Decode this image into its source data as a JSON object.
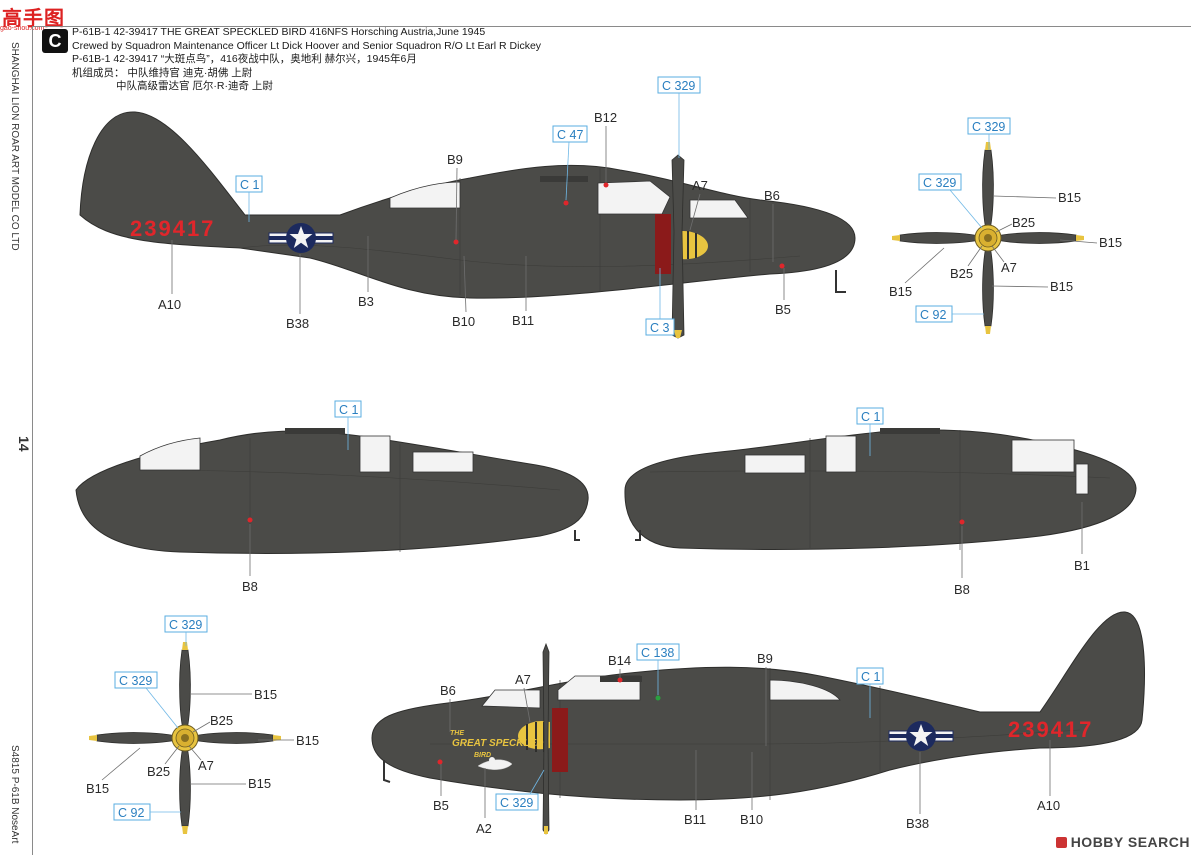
{
  "header": {
    "line1": "P-61B-1 42-39417 THE GREAT SPECKLED BIRD 416NFS Horsching Austria,June 1945",
    "line2": "Crewed by Squadron Maintenance Officer Lt Dick Hoover and Senior Squadron R/O Lt Earl R Dickey",
    "line3": "P-61B-1 42-39417 “大斑点鸟”，416夜战中队，奥地利 赫尔兴，1945年6月",
    "line4": "机组成员：  中队维持官        迪克·胡佛 上尉",
    "line5": "中队高级雷达官   厄尔·R·迪奇 上尉"
  },
  "badge": "C",
  "watermark": {
    "logo": "高手图",
    "sub": "gao-shou.com"
  },
  "sidebar": {
    "company": "SHANGHAI LION ROAR ART MODEL CO LTD",
    "page_number": "14",
    "product_code": "S4815   P-61B   NoseArt"
  },
  "site_logo": "HOBBY SEARCH",
  "aircraft": {
    "serial": "239417",
    "nose_art_line1": "THE",
    "nose_art_line2": "GREAT SPECKLED",
    "nose_art_line3": "BIRD",
    "colors": {
      "olive_drab": "#4b4b48",
      "serial_red": "#e0262b",
      "insignia_blue": "#1c2a5e",
      "nose_red": "#8b1a1a",
      "prop_tip_yellow": "#e8c440",
      "callout_blue": "#2a7fc0"
    }
  },
  "callouts": {
    "top_left": {
      "c1": "C 1",
      "c47": "C 47",
      "c329": "C 329",
      "c3": "C 3",
      "b12": "B12",
      "b9": "B9",
      "a7": "A7",
      "b6": "B6",
      "a10": "A10",
      "b38": "B38",
      "b3": "B3",
      "b10": "B10",
      "b11": "B11",
      "b5": "B5"
    },
    "prop_top": {
      "c329a": "C 329",
      "c329b": "C 329",
      "c92": "C 92",
      "b15a": "B15",
      "b15b": "B15",
      "b15c": "B15",
      "b15d": "B15",
      "b25a": "B25",
      "b25b": "B25",
      "a7": "A7"
    },
    "mid_left": {
      "c1": "C 1",
      "b8": "B8"
    },
    "mid_right": {
      "c1": "C 1",
      "b8": "B8",
      "b1": "B1"
    },
    "prop_bottom": {
      "c329a": "C 329",
      "c329b": "C 329",
      "c92": "C 92",
      "b15a": "B15",
      "b15b": "B15",
      "b15c": "B15",
      "b15d": "B15",
      "b25a": "B25",
      "b25b": "B25",
      "a7": "A7"
    },
    "bottom_right": {
      "b14": "B14",
      "c138": "C 138",
      "b9": "B9",
      "b6": "B6",
      "a7": "A7",
      "c1": "C 1",
      "c329": "C 329",
      "b5": "B5",
      "a2": "A2",
      "b11": "B11",
      "b10": "B10",
      "b38": "B38",
      "a10": "A10"
    }
  }
}
